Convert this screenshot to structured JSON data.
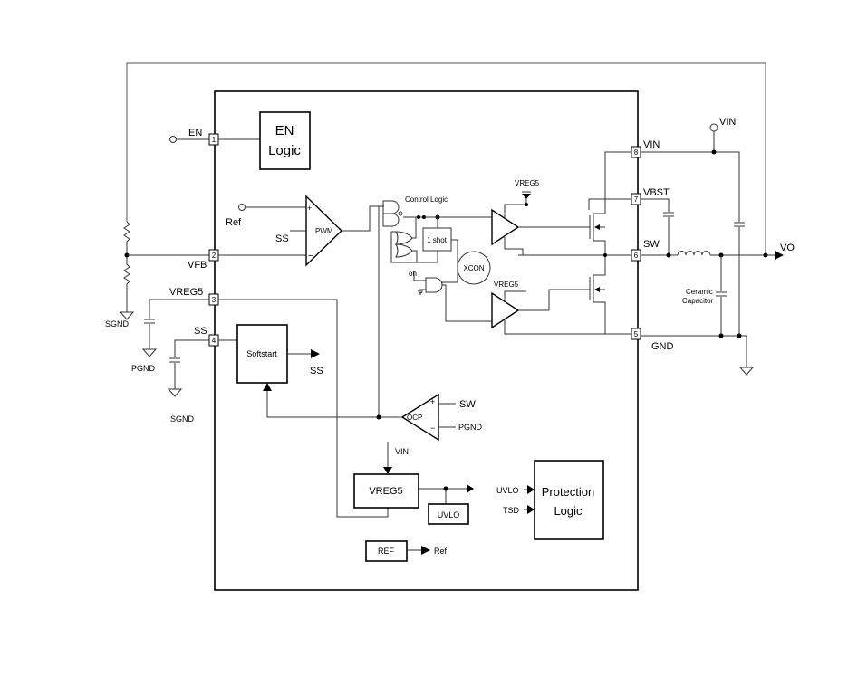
{
  "blocks": {
    "en_logic": [
      "EN",
      "Logic"
    ],
    "softstart": "Softstart",
    "vreg5": "VREG5",
    "uvlo": "UVLO",
    "ref": "REF",
    "protection": [
      "Protection",
      "Logic"
    ],
    "one_shot": "1 shot",
    "control_logic": "Control Logic",
    "xcon": "XCON",
    "pwm": "PWM",
    "ocp": "OCP"
  },
  "pins": [
    {
      "num": "1",
      "name": "EN"
    },
    {
      "num": "2",
      "name": "VFB"
    },
    {
      "num": "3",
      "name": "VREG5"
    },
    {
      "num": "4",
      "name": "SS"
    },
    {
      "num": "5",
      "name": "GND"
    },
    {
      "num": "6",
      "name": "SW"
    },
    {
      "num": "7",
      "name": "VBST"
    },
    {
      "num": "8",
      "name": "VIN"
    }
  ],
  "labels": {
    "ref_in": "Ref",
    "ss_in": "SS",
    "plus": "+",
    "minus": "−",
    "ss_out": "SS",
    "sw_ocp": "SW",
    "pgnd_ocp": "PGND",
    "vin_vreg": "VIN",
    "uvlo_in": "UVLO",
    "tsd_in": "TSD",
    "ref_out": "Ref",
    "vreg5_top": "VREG5",
    "vreg5_mid": "VREG5",
    "on": "on",
    "vin_ext": "VIN",
    "vo": "VO",
    "ceramic": [
      "Ceramic",
      "Capacitor"
    ],
    "sgnd1": "SGND",
    "pgnd": "PGND",
    "sgnd2": "SGND"
  }
}
